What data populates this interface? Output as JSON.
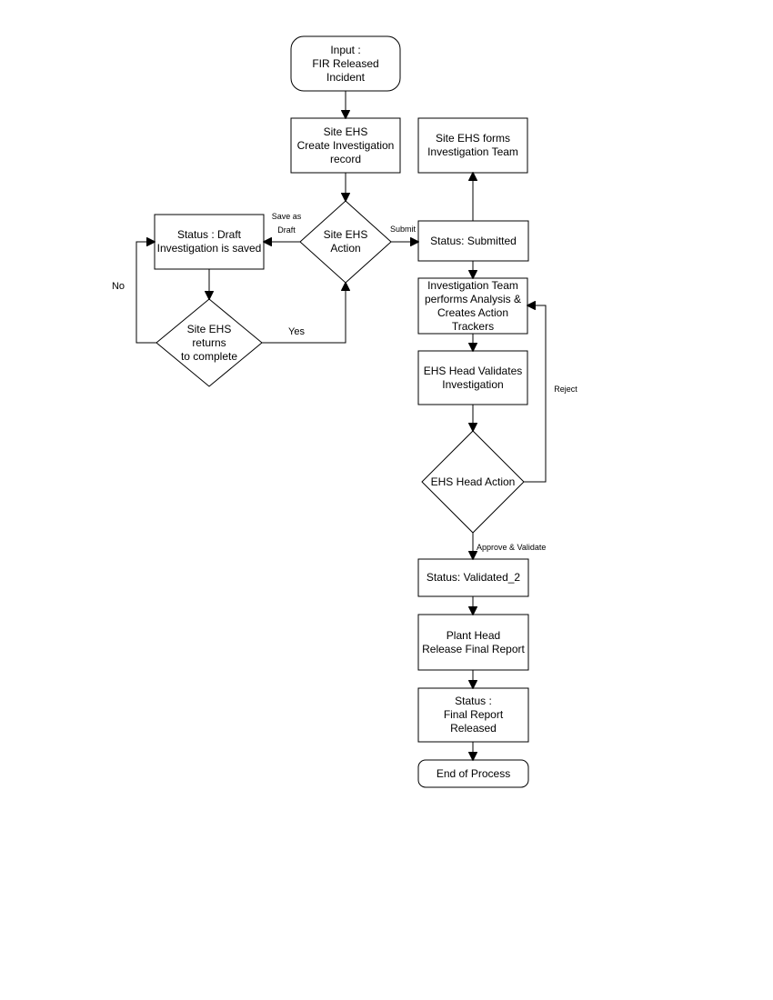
{
  "diagram": {
    "type": "flowchart",
    "colors": {
      "stroke": "#000000",
      "node_fill": "#ffffff",
      "text": "#000000",
      "background": "#ffffff"
    },
    "nodes": {
      "input": {
        "shape": "rounded-rectangle",
        "label": "Input :\nFIR Released\nIncident"
      },
      "create_record": {
        "shape": "rectangle",
        "label": "Site EHS\nCreate Investigation\nrecord"
      },
      "forms_team": {
        "shape": "rectangle",
        "label": "Site EHS forms\nInvestigation Team"
      },
      "site_ehs_action": {
        "shape": "diamond",
        "label": "Site EHS\nAction"
      },
      "status_draft": {
        "shape": "rectangle",
        "label": "Status : Draft\nInvestigation is saved"
      },
      "returns_to_complete": {
        "shape": "diamond",
        "label": "Site EHS\nreturns\nto complete"
      },
      "status_submitted": {
        "shape": "rectangle",
        "label": "Status: Submitted"
      },
      "analysis_trackers": {
        "shape": "rectangle",
        "label": "Investigation Team\nperforms Analysis &\nCreates Action\nTrackers"
      },
      "head_validates": {
        "shape": "rectangle",
        "label": "EHS Head Validates\nInvestigation"
      },
      "ehs_head_action": {
        "shape": "diamond",
        "label": "EHS Head Action"
      },
      "status_validated": {
        "shape": "rectangle",
        "label": "Status: Validated_2"
      },
      "plant_head_release": {
        "shape": "rectangle",
        "label": "Plant Head\nRelease Final Report"
      },
      "status_final_report": {
        "shape": "rectangle",
        "label": "Status :\nFinal Report\nReleased"
      },
      "end_of_process": {
        "shape": "rounded-rectangle",
        "label": "End of Process"
      }
    },
    "edge_labels": {
      "save_as_draft": "Save as\nDraft",
      "submit": "Submit",
      "no": "No",
      "yes": "Yes",
      "reject": "Reject",
      "approve_validate": "Approve & Validate"
    }
  }
}
